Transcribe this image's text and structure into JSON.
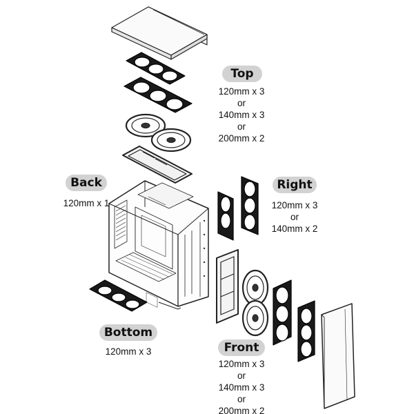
{
  "colors": {
    "label_bg": "#d2d2d2",
    "ink": "#111111",
    "paper": "#ffffff"
  },
  "labels": {
    "top": {
      "title": "Top",
      "lines": [
        "120mm x 3",
        "or",
        "140mm x 3",
        "or",
        "200mm x 2"
      ]
    },
    "back": {
      "title": "Back",
      "lines": [
        "120mm x 1"
      ]
    },
    "right": {
      "title": "Right",
      "lines": [
        "120mm x 3",
        "or",
        "140mm x 2"
      ]
    },
    "bottom": {
      "title": "Bottom",
      "lines": [
        "120mm x 3"
      ]
    },
    "front": {
      "title": "Front",
      "lines": [
        "120mm x 3",
        "or",
        "140mm x 3",
        "or",
        "200mm x 2"
      ]
    }
  }
}
